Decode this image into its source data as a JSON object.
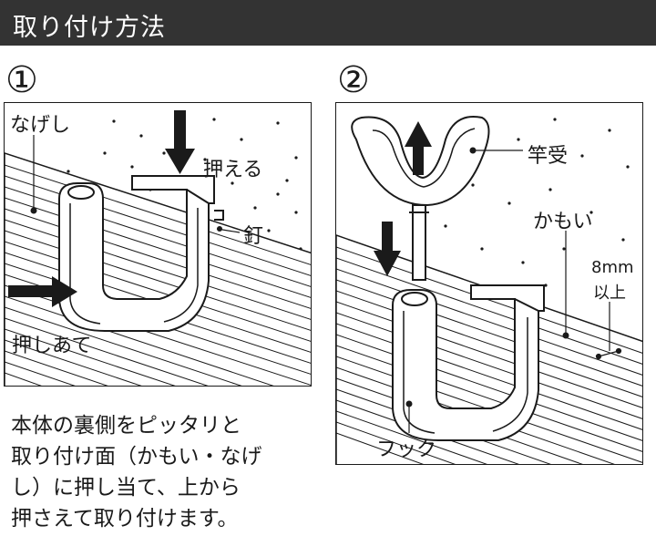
{
  "header": {
    "title": "取り付け方法"
  },
  "steps": [
    {
      "number": "①",
      "labels": {
        "nageshi": "なげし",
        "press": "押える",
        "nail": "釘",
        "butt": "押しあて"
      }
    },
    {
      "number": "②",
      "labels": {
        "pole_holder": "竿受",
        "kamoi": "かもい",
        "size": "8mm",
        "or_more": "以上",
        "hook": "フック"
      }
    }
  ],
  "instructions": {
    "lines": [
      "本体の裏側をピッタリと",
      "取り付け面（かもい・なげ",
      "し）に押し当て、上から",
      "押さえて取り付けます。"
    ]
  },
  "colors": {
    "header_bg": "#333333",
    "ink": "#1a1a1a",
    "background": "#ffffff"
  }
}
